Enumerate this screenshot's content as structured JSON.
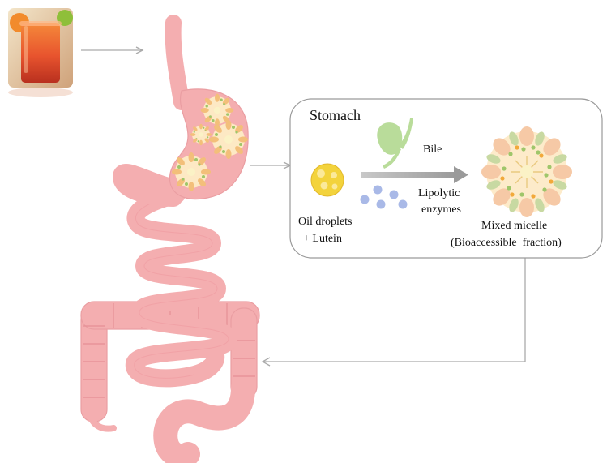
{
  "panel": {
    "title": "Stomach",
    "bile_label": "Bile",
    "enzymes_label_line1": "Lipolytic",
    "enzymes_label_line2": "enzymes",
    "droplets_label_line1": "Oil droplets",
    "droplets_label_line2": "+ Lutein",
    "micelle_label_line1": "Mixed micelle",
    "micelle_label_line2": "(Bioaccessible  fraction)"
  },
  "colors": {
    "tract": "#f4aeb0",
    "tract_outline": "#ea9ea2",
    "arrow_line": "#aaaaaa",
    "panel_border": "#9a9a9a",
    "droplet": "#f3d33c",
    "gallbladder": "#b9dc9a",
    "enzyme_dot": "#a9b9e7",
    "process_arrow": "#a7a7a7",
    "micelle_core": "#fbf2c6",
    "juice": "#e8542e"
  },
  "icons": [
    "juice-glass-icon",
    "gallbladder-icon",
    "oil-droplet-icon",
    "enzyme-dots-icon",
    "mixed-micelle-icon"
  ]
}
